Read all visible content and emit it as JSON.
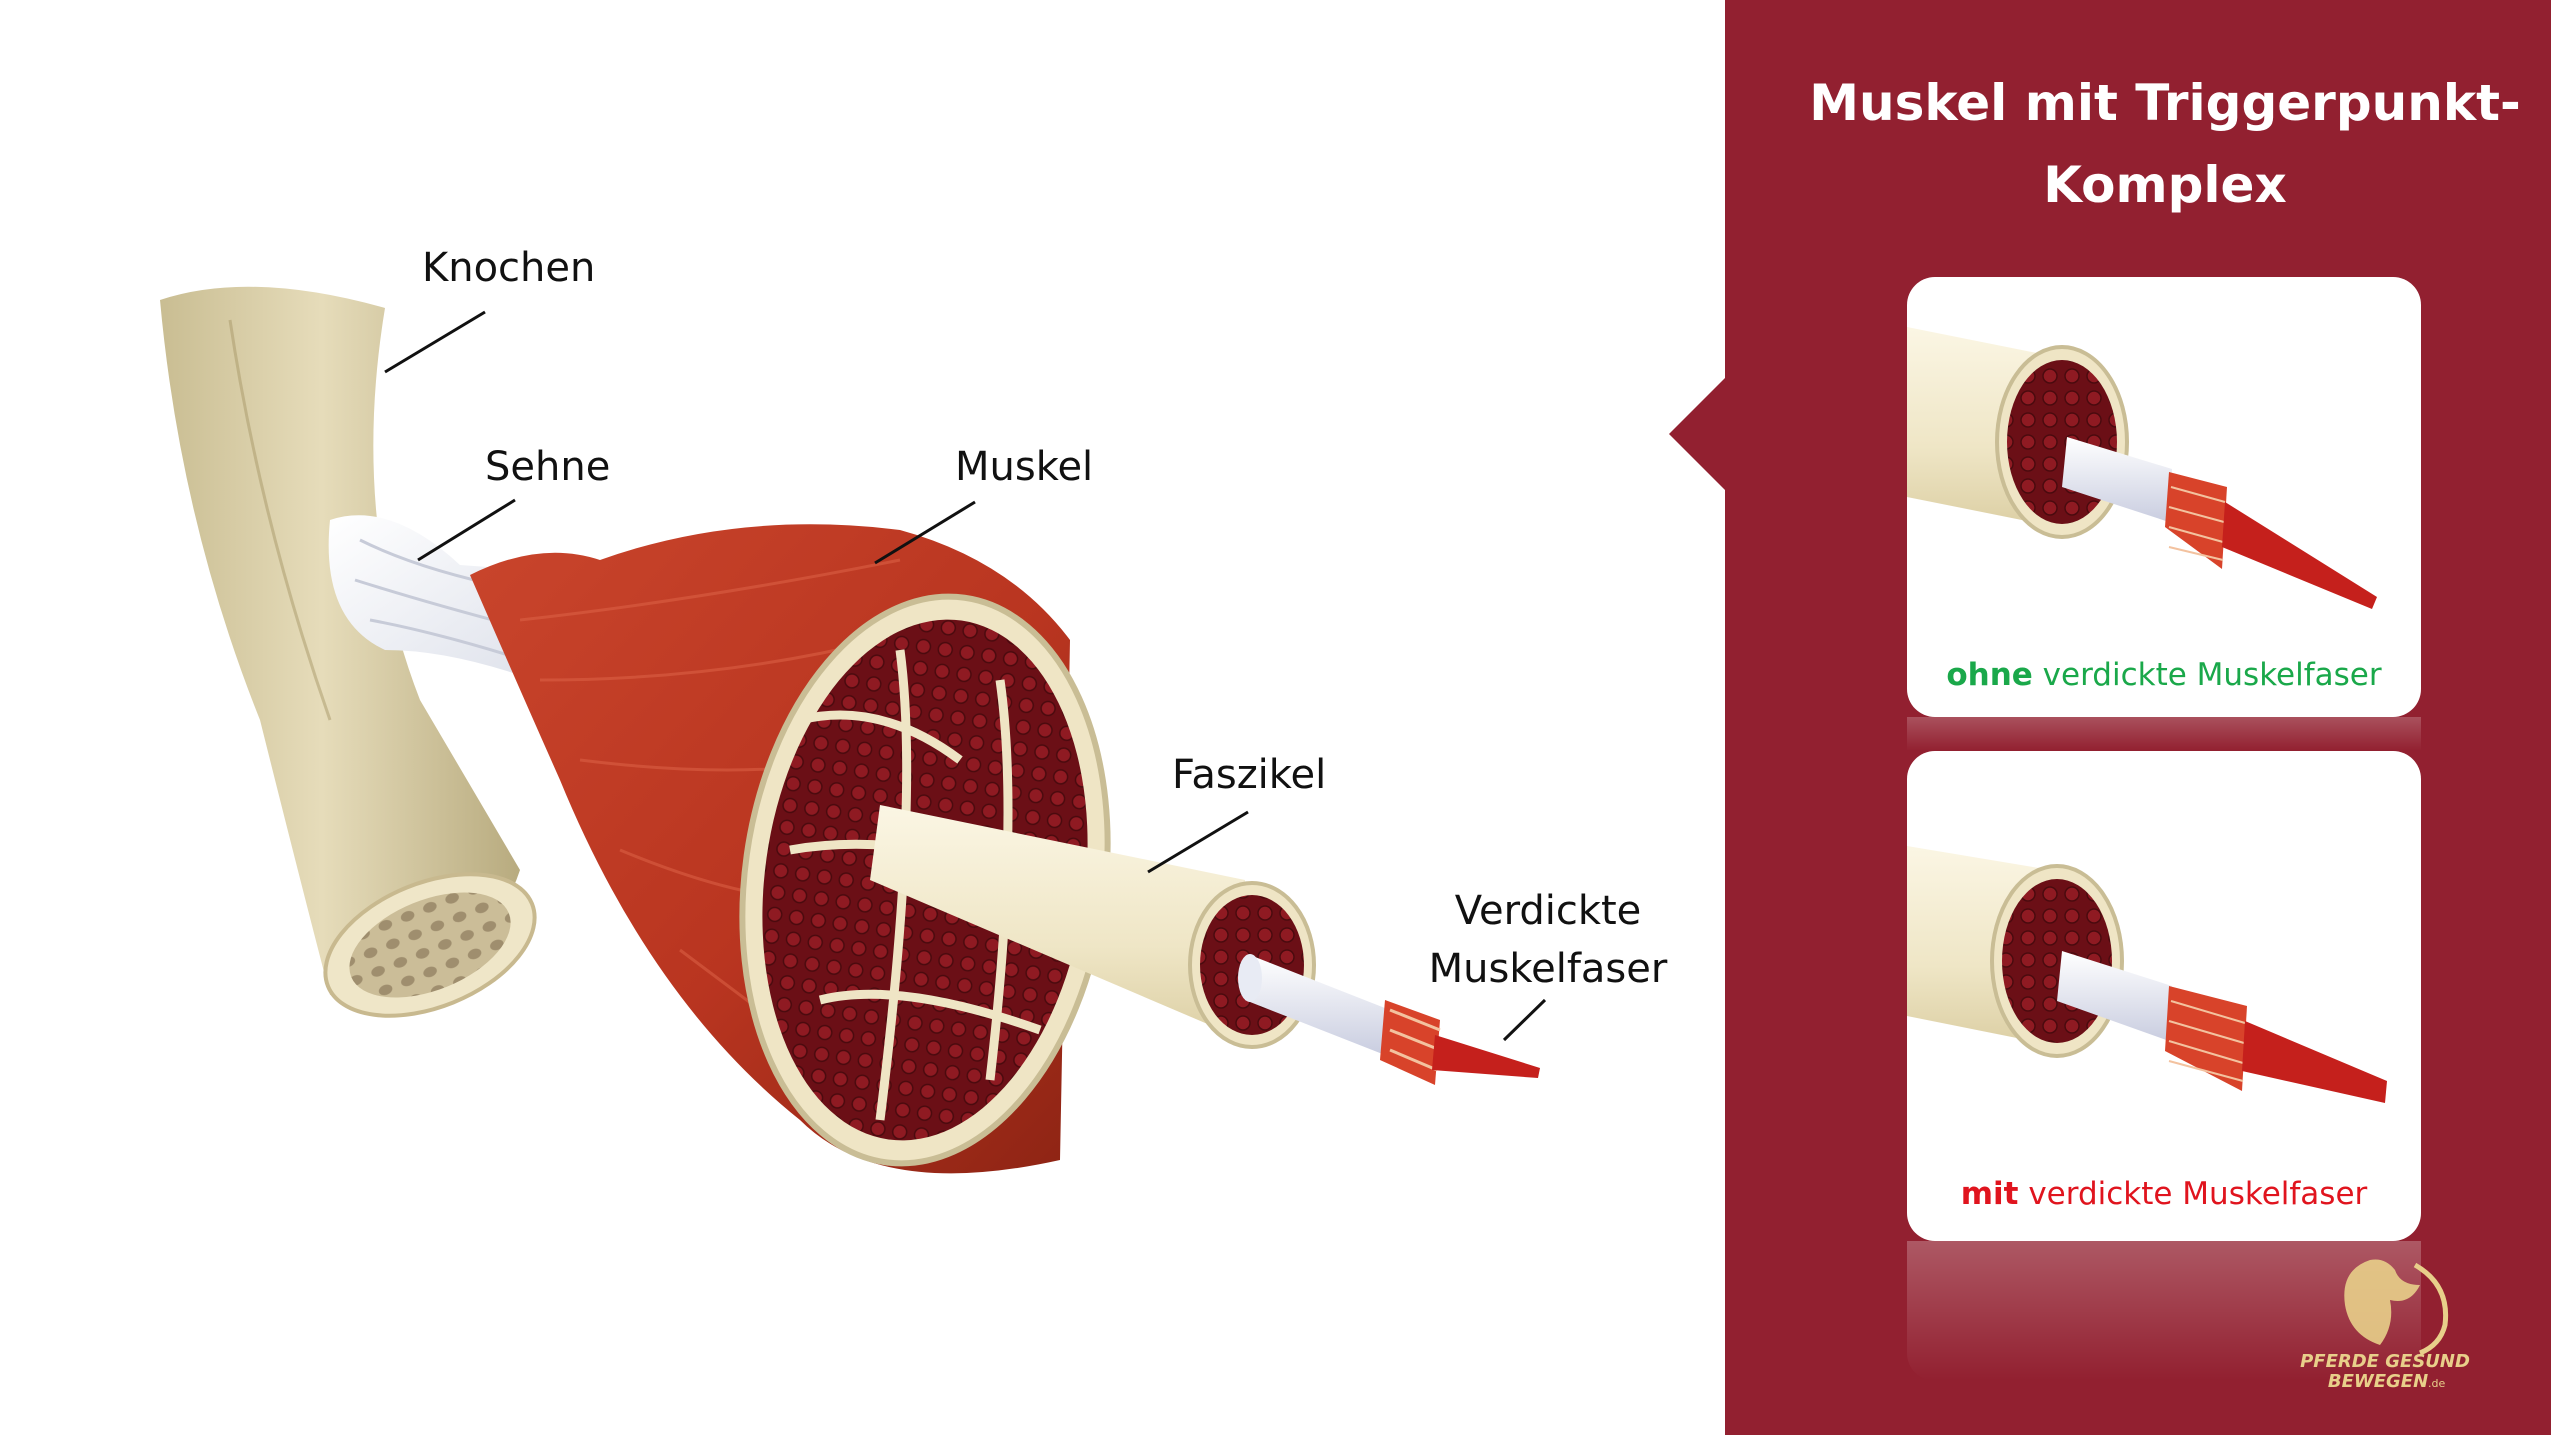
{
  "diagram": {
    "labels": {
      "knochen": "Knochen",
      "sehne": "Sehne",
      "muskel": "Muskel",
      "faszikel": "Faszikel",
      "faser_line1": "Verdickte",
      "faser_line2": "Muskelfaser"
    }
  },
  "panel": {
    "title_line1": "Muskel mit Triggerpunkt-",
    "title_line2": "Komplex",
    "cards": [
      {
        "keyword": "ohne",
        "rest": " verdickte Muskelfaser",
        "keyword_color": "#1aa84a",
        "text_color": "#1aa84a"
      },
      {
        "keyword": "mit",
        "rest": " verdickte Muskelfaser",
        "keyword_color": "#e0141e",
        "text_color": "#e0141e"
      }
    ],
    "background_color": "#922030"
  },
  "logo": {
    "line1": "PFERDE GESUND",
    "line2": "BEWEGEN",
    "suffix": ".de"
  }
}
